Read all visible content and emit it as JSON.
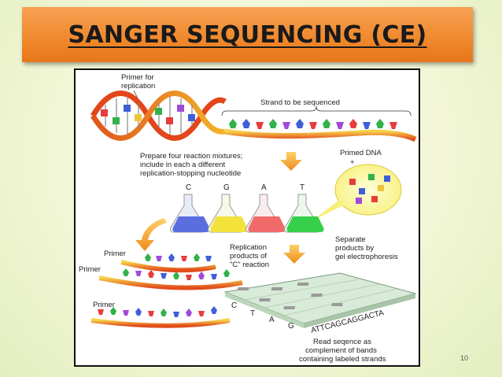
{
  "slide": {
    "title": "SANGER SEQUENCING (CE)",
    "page_number": "10"
  },
  "figure": {
    "labels": {
      "primer_for_replication_1": "Primer for",
      "primer_for_replication_2": "replication",
      "strand_to_be_sequenced": "Strand to be sequenced",
      "prepare_1": "Prepare four reaction mixtures;",
      "prepare_2": "include in each a different",
      "prepare_3": "replication-stopping nucleotide",
      "primed_dna": "Primed DNA",
      "plus_sign": "+",
      "flask_c": "C",
      "flask_g": "G",
      "flask_a": "A",
      "flask_t": "T",
      "primer_1": "Primer",
      "primer_2": "Primer",
      "primer_3": "Primer",
      "replication_products_1": "Replication",
      "replication_products_2": "products of",
      "replication_products_3": "\"C\" reaction",
      "separate_1": "Separate",
      "separate_2": "products by",
      "separate_3": "gel electrophoresis",
      "gel_c": "C",
      "gel_t": "T",
      "gel_a": "A",
      "gel_g": "G",
      "gel_sequence": "ATTCAGCAGGACTA",
      "read_1": "Read seqence as",
      "read_2": "complement of bands",
      "read_3": "containing labeled strands"
    },
    "flask_colors": {
      "c": "#5a6ee0",
      "g": "#f2e23a",
      "a": "#f06a6a",
      "t": "#36d04a"
    }
  }
}
